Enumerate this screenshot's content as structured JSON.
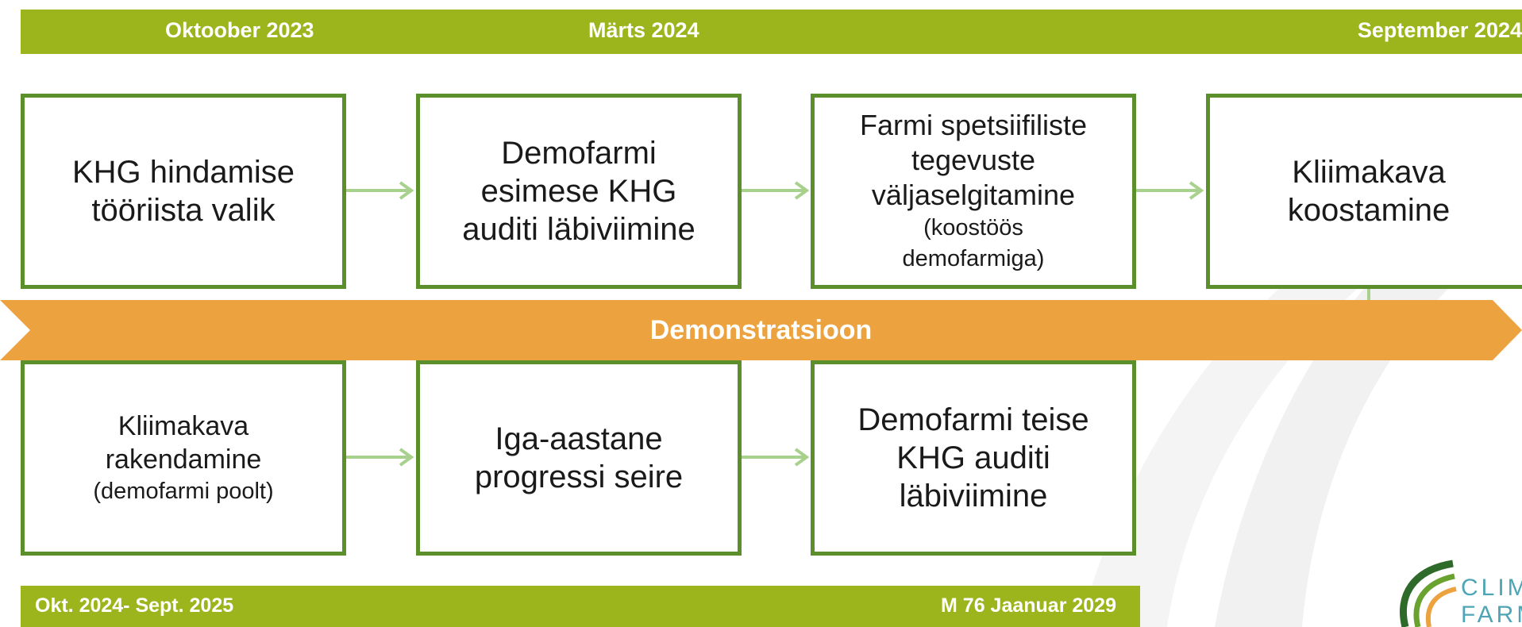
{
  "timeline_top": {
    "start": "Oktoober  2023",
    "middle": "Märts 2024",
    "end": "September 2024"
  },
  "timeline_bottom": {
    "start": "Okt. 2024- Sept. 2025",
    "end": "M 76 Jaanuar 2029"
  },
  "steps_top": [
    {
      "lines": [
        "KHG hindamise",
        "tööriista valik"
      ],
      "note": []
    },
    {
      "lines": [
        "Demofarmi",
        "esimese KHG",
        "auditi läbiviimine"
      ],
      "note": []
    },
    {
      "lines": [
        "Farmi spetsiifiliste",
        "tegevuste",
        "väljaselgitamine"
      ],
      "note": [
        "(koostöös",
        "demofarmiga)"
      ]
    },
    {
      "lines": [
        "Kliimakava",
        "koostamine"
      ],
      "note": []
    }
  ],
  "demonstration_label": "Demonstratsioon",
  "steps_bottom": [
    {
      "lines": [
        "Kliimakava",
        "rakendamine"
      ],
      "note": [
        "(demofarmi poolt)"
      ]
    },
    {
      "lines": [
        "Iga-aastane",
        "progressi seire"
      ],
      "note": []
    },
    {
      "lines": [
        "Demofarmi teise",
        "KHG auditi",
        "läbiviimine"
      ],
      "note": []
    }
  ],
  "logo": {
    "line1": "CLIMATE",
    "line2": "FARM"
  },
  "colors": {
    "bar_green": "#9cb51c",
    "box_border": "#5a8f2b",
    "arrow_green": "#a9d18e",
    "band_orange": "#eca23f",
    "swoosh_gray": "#f1f1f1"
  }
}
